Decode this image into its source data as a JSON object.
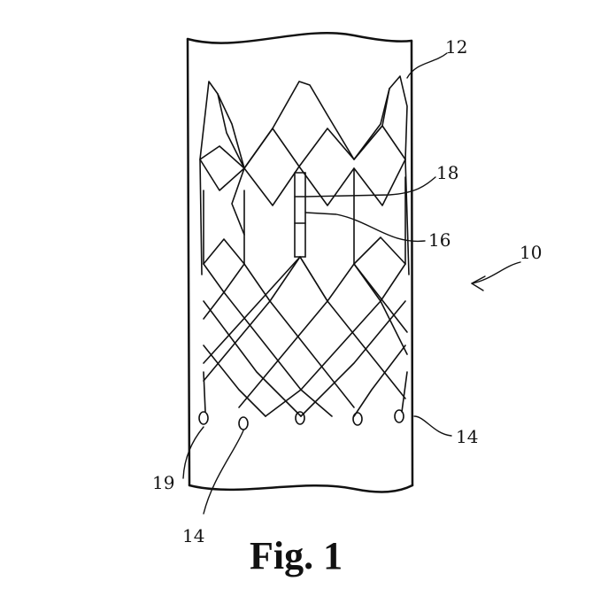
{
  "figure": {
    "caption": "Fig. 1",
    "reference_numerals": {
      "device": "10",
      "top_edge": "12",
      "right_edge": "14",
      "bottom_eyelet": "14",
      "upper_slot": "18",
      "lower_slot": "16",
      "left_eyelet": "19"
    }
  },
  "colors": {
    "ink": "#111111",
    "background": "#ffffff"
  }
}
